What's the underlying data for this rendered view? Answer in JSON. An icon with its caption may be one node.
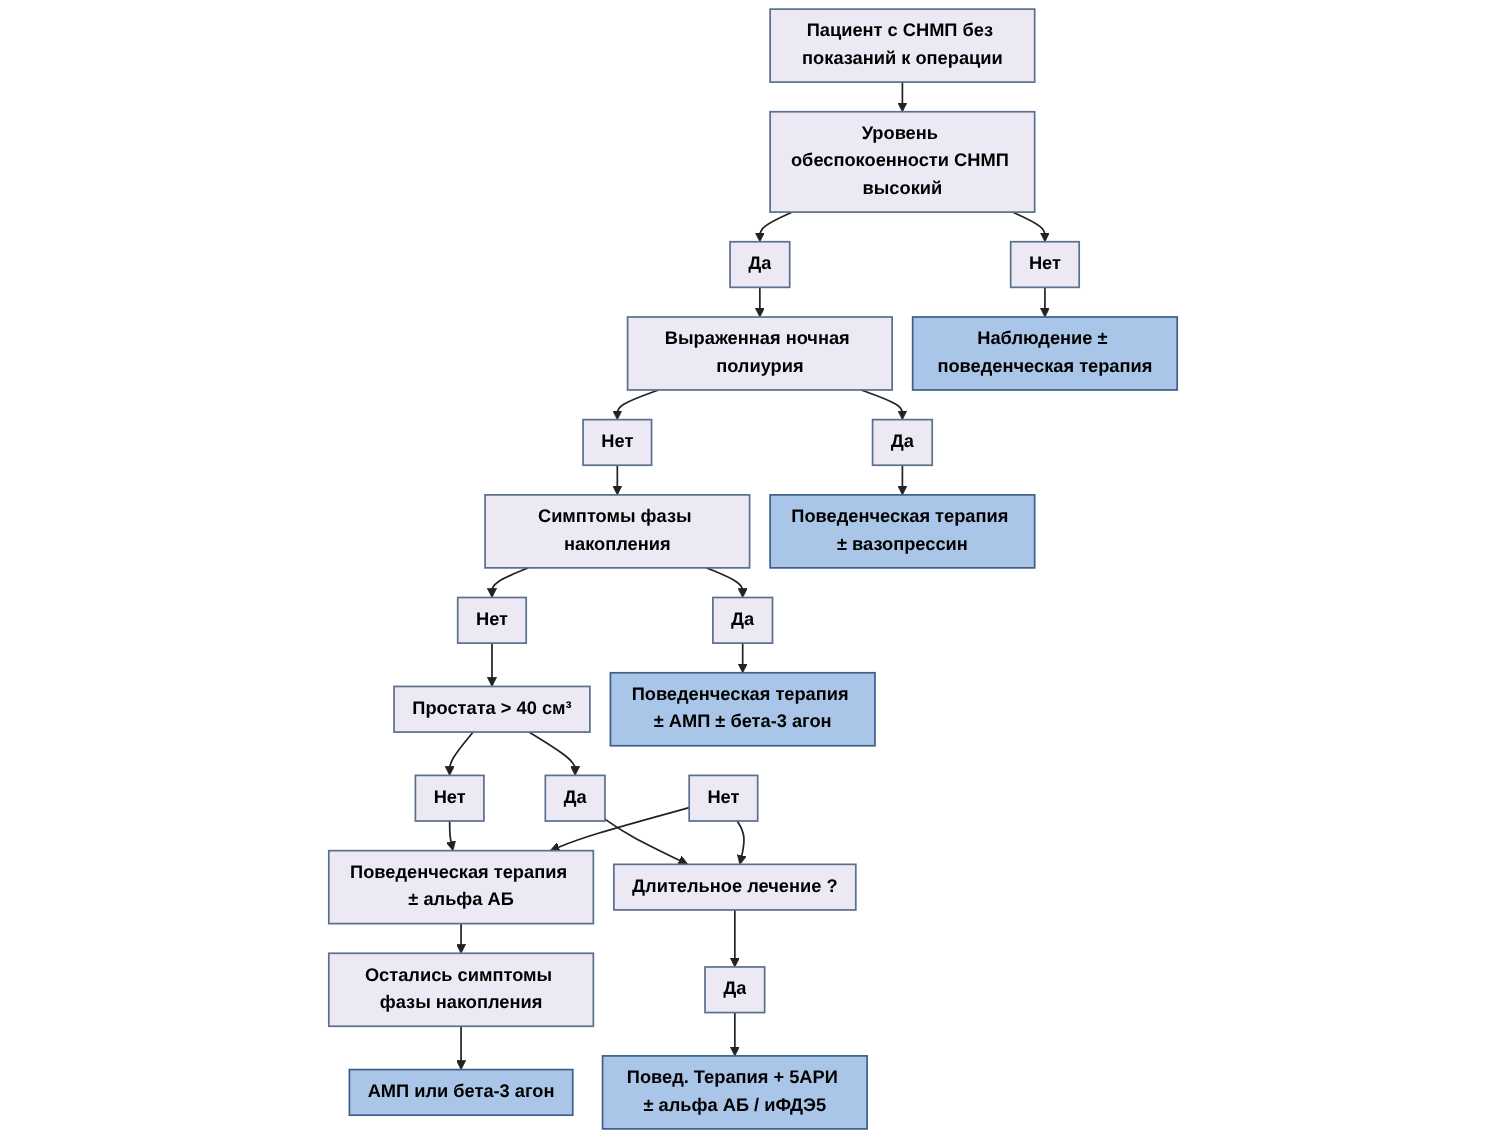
{
  "diagram": {
    "nodes": [
      {
        "text": [
          "Пациент с СНМП без показаний к операции"
        ]
      },
      {
        "text": [
          "Уровень обеспокоенности СНМП высокий"
        ]
      },
      {
        "text": [
          "Нет"
        ]
      },
      {
        "text": [
          "Да"
        ]
      },
      {
        "text": [
          "Выраженная ночная полиурия"
        ]
      },
      {
        "text": [
          "Нет"
        ]
      },
      {
        "text": [
          "Да"
        ]
      },
      {
        "text": [
          "Симптомы фазы накопления"
        ]
      },
      {
        "text": [
          "Нет"
        ]
      },
      {
        "text": [
          "Да"
        ]
      },
      {
        "text": [
          "Простата > 40 см³"
        ]
      },
      {
        "text": [
          "Нет"
        ]
      },
      {
        "text": [
          "Да"
        ]
      },
      {
        "text": [
          "Поведенческая терапия ± альфа АБ"
        ]
      },
      {
        "text": [
          "Нет"
        ]
      },
      {
        "text": [
          "Длительное лечение ?"
        ]
      },
      {
        "text": [
          "Остались симптомы фазы накопления"
        ]
      },
      {
        "text": [
          "Да"
        ]
      },
      {
        "text": [
          "Наблюдение ± поведенческая терапия"
        ]
      },
      {
        "text": [
          "АМП или бета-3 агон"
        ]
      },
      {
        "text": [
          "Повед. Терапия + 5АРИ ± альфа АБ / иФДЭ5"
        ]
      },
      {
        "text": [
          "Поведенческая терапия ± АМП ± бета-3 агон"
        ]
      },
      {
        "text": [
          "Поведенческая терапия ± вазопрессин"
        ]
      }
    ],
    "edges": [
      {
        "from": 0,
        "to": 1,
        "arrow": "to"
      },
      {
        "from": 1,
        "to": 2,
        "arrow": "to"
      },
      {
        "from": 1,
        "to": 3,
        "arrow": "to"
      },
      {
        "from": 3,
        "to": 4,
        "arrow": "to"
      },
      {
        "from": 4,
        "to": 5,
        "arrow": "to"
      },
      {
        "from": 4,
        "to": 6,
        "arrow": "to"
      },
      {
        "from": 5,
        "to": 7,
        "arrow": "to"
      },
      {
        "from": 7,
        "to": 8,
        "arrow": "to"
      },
      {
        "from": 7,
        "to": 9,
        "arrow": "to"
      },
      {
        "from": 8,
        "to": 10,
        "arrow": "to"
      },
      {
        "from": 10,
        "to": 11,
        "arrow": "to"
      },
      {
        "from": 10,
        "to": 12,
        "arrow": "to"
      },
      {
        "from": 11,
        "to": 13,
        "arrow": "to"
      },
      {
        "from": 12,
        "to": 15,
        "arrow": "to"
      },
      {
        "from": 14,
        "to": 13,
        "arrow": "to"
      },
      {
        "from": 14,
        "to": 15,
        "arrow": "to"
      },
      {
        "from": 13,
        "to": 16,
        "arrow": "to"
      },
      {
        "from": 15,
        "to": 17,
        "arrow": "to"
      },
      {
        "from": 2,
        "to": 18,
        "arrow": "to"
      },
      {
        "from": 16,
        "to": 19,
        "arrow": "to"
      },
      {
        "from": 17,
        "to": 20,
        "arrow": "to"
      },
      {
        "from": 9,
        "to": 21,
        "arrow": "to"
      },
      {
        "from": 6,
        "to": 22,
        "arrow": "to"
      }
    ]
  }
}
